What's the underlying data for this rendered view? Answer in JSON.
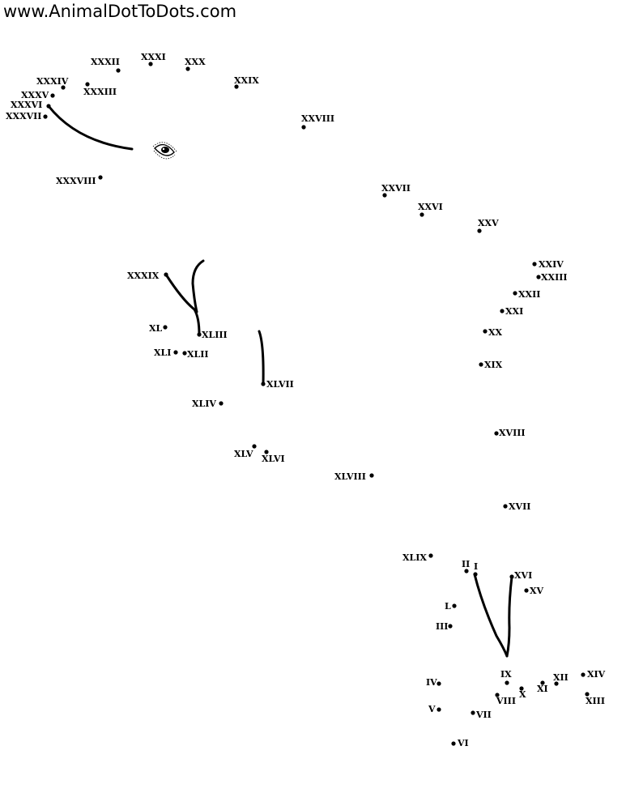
{
  "header": {
    "site_url": "www.AnimalDotToDots.com"
  },
  "colors": {
    "ink": "#000000",
    "background": "#ffffff"
  },
  "dots": [
    {
      "label": "I"
    },
    {
      "label": "II"
    },
    {
      "label": "III"
    },
    {
      "label": "IV"
    },
    {
      "label": "V"
    },
    {
      "label": "VI"
    },
    {
      "label": "VII"
    },
    {
      "label": "VIII"
    },
    {
      "label": "IX"
    },
    {
      "label": "X"
    },
    {
      "label": "XI"
    },
    {
      "label": "XII"
    },
    {
      "label": "XIII"
    },
    {
      "label": "XIV"
    },
    {
      "label": "XV"
    },
    {
      "label": "XVI"
    },
    {
      "label": "XVII"
    },
    {
      "label": "XVIII"
    },
    {
      "label": "XIX"
    },
    {
      "label": "XX"
    },
    {
      "label": "XXI"
    },
    {
      "label": "XXII"
    },
    {
      "label": "XXIII"
    },
    {
      "label": "XXIV"
    },
    {
      "label": "XXV"
    },
    {
      "label": "XXVI"
    },
    {
      "label": "XXVII"
    },
    {
      "label": "XXVIII"
    },
    {
      "label": "XXIX"
    },
    {
      "label": "XXX"
    },
    {
      "label": "XXXI"
    },
    {
      "label": "XXXII"
    },
    {
      "label": "XXXIII"
    },
    {
      "label": "XXXIV"
    },
    {
      "label": "XXXV"
    },
    {
      "label": "XXXVI"
    },
    {
      "label": "XXXVII"
    },
    {
      "label": "XXXVIII"
    },
    {
      "label": "XXXIX"
    },
    {
      "label": "XL"
    },
    {
      "label": "XLI"
    },
    {
      "label": "XLII"
    },
    {
      "label": "XLIII"
    },
    {
      "label": "XLIV"
    },
    {
      "label": "XLV"
    },
    {
      "label": "XLVI"
    },
    {
      "label": "XLVII"
    },
    {
      "label": "XLVIII"
    },
    {
      "label": "XLIX"
    },
    {
      "label": "L"
    }
  ]
}
